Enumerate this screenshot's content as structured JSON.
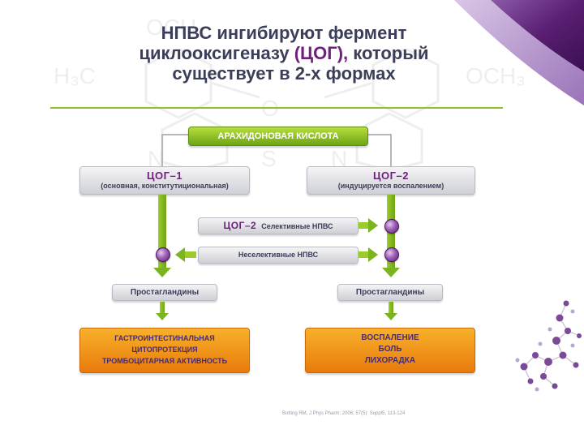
{
  "watermark": {
    "och3_top": "OCH₃",
    "h3c": "H₃C",
    "och3_right": "OCH₃",
    "o": "O",
    "n_left": "N",
    "s": "S",
    "n_right": "N"
  },
  "title": {
    "line1": "НПВС ингибируют фермент",
    "line2_before": "циклооксигеназу ",
    "line2_highlight": "(ЦОГ),",
    "line2_after": " который",
    "line3": "существует в 2-х формах"
  },
  "diagram": {
    "arachidonic": "АРАХИДОНОВАЯ КИСЛОТА",
    "cog1_title": "ЦОГ–1",
    "cog1_sub": "(основная, конститутициональная)",
    "cog2_title": "ЦОГ–2",
    "cog2_sub": "(индуцируется воспалением)",
    "selective_prefix": "ЦОГ–2",
    "selective_label": "Селективные НПВС",
    "nonselective_label": "Неселективные НПВС",
    "prostaglandins_left": "Простагландины",
    "prostaglandins_right": "Простагландины",
    "outcome_left_line1": "ГАСТРОИНТЕСТИНАЛЬНАЯ",
    "outcome_left_line2": "ЦИТОПРОТЕКЦИЯ",
    "outcome_left_line3": "ТРОМБОЦИТАРНАЯ АКТИВНОСТЬ",
    "outcome_right_line1": "ВОСПАЛЕНИЕ",
    "outcome_right_line2": "БОЛЬ",
    "outcome_right_line3": "ЛИХОРАДКА"
  },
  "citation": "Botting RM, J Phys Pharm; 2006; 57(5): Suppl5, 113-124",
  "colors": {
    "title": "#3a3e58",
    "highlight": "#6f1f7c",
    "green": "#8cbf2a",
    "orange": "#f39a1c",
    "purple_band": "#5a1f72"
  }
}
